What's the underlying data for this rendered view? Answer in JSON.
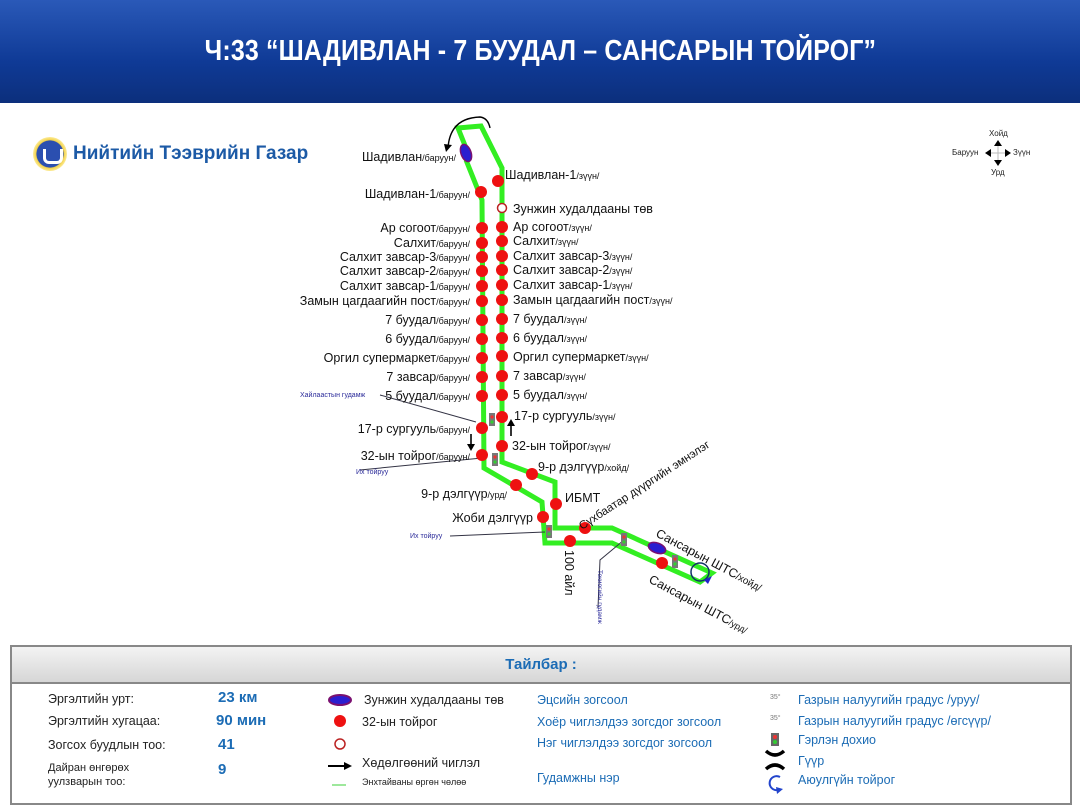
{
  "title": "Ч:33 “ШАДИВЛАН -  7 БУУДАЛ – САНСАРЫН ТОЙРОГ”",
  "organization": "Нийтийн Тээврийн Газар",
  "compass": {
    "north": "Хойд",
    "south": "Урд",
    "west": "Баруун",
    "east": "Зүүн"
  },
  "stops_west": [
    {
      "name": "Шадивлан",
      "suffix": "/баруун/"
    },
    {
      "name": "Шадивлан-1",
      "suffix": "/баруун/"
    },
    {
      "name": "Ар согоот",
      "suffix": "/баруун/"
    },
    {
      "name": "Салхит",
      "suffix": "/баруун/"
    },
    {
      "name": "Салхит завсар-3",
      "suffix": "/баруун/"
    },
    {
      "name": "Салхит завсар-2",
      "suffix": "/баруун/"
    },
    {
      "name": "Салхит завсар-1",
      "suffix": "/баруун/"
    },
    {
      "name": "Замын цагдаагийн пост",
      "suffix": "/баруун/"
    },
    {
      "name": "7 буудал",
      "suffix": "/баруун/"
    },
    {
      "name": "6 буудал",
      "suffix": "/баруун/"
    },
    {
      "name": "Оргил супермаркет",
      "suffix": "/баруун/"
    },
    {
      "name": "7 завсар",
      "suffix": "/баруун/"
    },
    {
      "name": "5 буудал",
      "suffix": "/баруун/"
    },
    {
      "name": "17-р сургууль",
      "suffix": "/баруун/"
    },
    {
      "name": "32-ын тойрог",
      "suffix": "/баруун/"
    },
    {
      "name": "9-р дэлгүүр",
      "suffix": "/урд/"
    },
    {
      "name": "Жоби дэлгүүр",
      "suffix": ""
    }
  ],
  "stops_east": [
    {
      "name": "Шадивлан-1",
      "suffix": "/зүүн/"
    },
    {
      "name": "Зунжин худалдааны төв",
      "suffix": ""
    },
    {
      "name": "Ар согоот",
      "suffix": "/зүүн/"
    },
    {
      "name": "Салхит",
      "suffix": "/зүүн/"
    },
    {
      "name": "Салхит завсар-3",
      "suffix": "/зүүн/"
    },
    {
      "name": "Салхит завсар-2",
      "suffix": "/зүүн/"
    },
    {
      "name": "Салхит завсар-1",
      "suffix": "/зүүн/"
    },
    {
      "name": "Замын цагдаагийн пост",
      "suffix": "/зүүн/"
    },
    {
      "name": "7 буудал",
      "suffix": "/зүүн/"
    },
    {
      "name": "6 буудал",
      "suffix": "/зүүн/"
    },
    {
      "name": "Оргил супермаркет",
      "suffix": "/зүүн/"
    },
    {
      "name": "7 завсар",
      "suffix": "/зүүн/"
    },
    {
      "name": "5 буудал",
      "suffix": "/зүүн/"
    },
    {
      "name": "17-р сургууль",
      "suffix": "/зүүн/"
    },
    {
      "name": "32-ын тойрог",
      "suffix": "/зүүн/"
    },
    {
      "name": "9-р дэлгүүр",
      "suffix": "/хойд/"
    },
    {
      "name": "ИБМТ",
      "suffix": ""
    }
  ],
  "stops_south": {
    "hundred_ail": "100 айл",
    "sansar_north": "Сансарын ШТС",
    "sansar_north_suffix": "/хойд/",
    "sansar_south": "Сансарын ШТС",
    "sansar_south_suffix": "/урд/"
  },
  "streets": {
    "khailaast": "Хайлааст­ын гудамж",
    "ikh_toiruu_1": "Их тойруу",
    "ikh_toiruu_2": "Их тойруу",
    "sukhbaatar": "Сүхбаатар дүүргийн эмнэлэг",
    "tokyo": "Токиогийн гудамж"
  },
  "legend": {
    "header": "Тайлбар :",
    "stats": [
      {
        "label": "Эргэлтийн урт:",
        "value": "23 км"
      },
      {
        "label": "Эргэлтийн хугацаа:",
        "value": "90 мин"
      },
      {
        "label": "Зогсох буудлын тоо:",
        "value": "41"
      },
      {
        "label": "Дайран өнгөрөх уулзварын тоо:",
        "value": "9"
      }
    ],
    "symbols": [
      "Зунжин худалдааны төв",
      "32-ын тойрог",
      "",
      "Хөдөлгөөний чиглэл",
      "Энхтайваны өргөн чөлөө"
    ],
    "stop_types": [
      "Эцсийн зогсоол",
      "Хоёр чиглэлдээ зогсдог зогсоол",
      "Нэг чиглэлдээ зогсдог зогсоол",
      "Гудамжны нэр"
    ],
    "grade_mark": "35°",
    "map_symbols": [
      "Газрын налуугийн градус /уруу/",
      "Газрын налуугийн градус /өгсүүр/",
      "Гэрлэн дохио",
      "Гүүр",
      "Аюулгүйн тойрог"
    ]
  },
  "colors": {
    "route": "#33ee22",
    "stop": "#ee1111",
    "title_bg": "#1a47a6",
    "accent": "#1c6cb5"
  }
}
